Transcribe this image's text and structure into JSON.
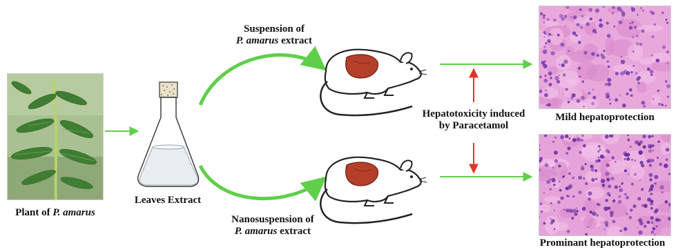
{
  "plant": {
    "label_prefix": "Plant of ",
    "label_species": "P. amarus"
  },
  "extract": {
    "label": "Leaves Extract"
  },
  "route_top": {
    "line1": "Suspension of",
    "line2_species": "P. amarus",
    "line2_suffix": " extract"
  },
  "route_bottom": {
    "line1": "Nanosuspension of",
    "line2_species": "P. amarus",
    "line2_suffix": " extract"
  },
  "toxicity": {
    "line1": "Hepatotoxicity induced",
    "line2": "by Paracetamol"
  },
  "outcome_top": {
    "label": "Mild hepatoprotection"
  },
  "outcome_bottom": {
    "label": "Prominant hepatoprotection"
  },
  "colors": {
    "green_arrow": "#5fcf4a",
    "red_arrow": "#e0342b",
    "liver": "#b5402a",
    "tissue_pink": "#e59ad6",
    "nuclei_purple": "#7a3fae",
    "leaf_green": "#4f8a3a"
  },
  "icons": [
    "plant-photo",
    "erlenmeyer-flask-icon",
    "rat-icon",
    "liver-icon",
    "histology-micrograph"
  ]
}
